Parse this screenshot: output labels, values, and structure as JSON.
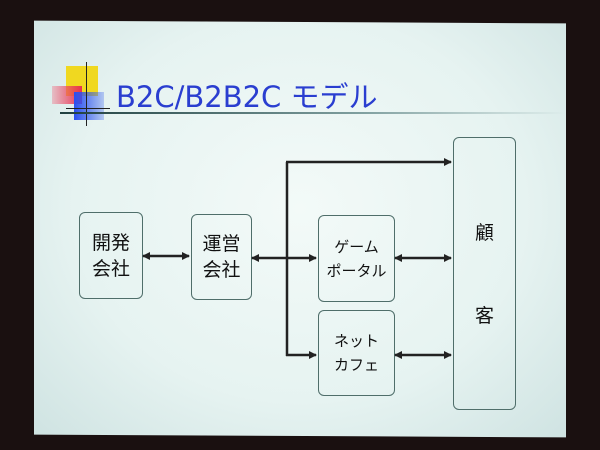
{
  "slide": {
    "title": "B2C/B2B2C モデル",
    "nodes": {
      "developer": "開発\n会社",
      "operator": "運営\n会社",
      "game_portal": "ゲーム\nポータル",
      "net_cafe": "ネット\nカフェ",
      "customer_line1": "顧",
      "customer_line2": "客"
    },
    "colors": {
      "title": "#2a3ed0",
      "background": "#1a1010",
      "slide": "#e8f4f2"
    }
  }
}
